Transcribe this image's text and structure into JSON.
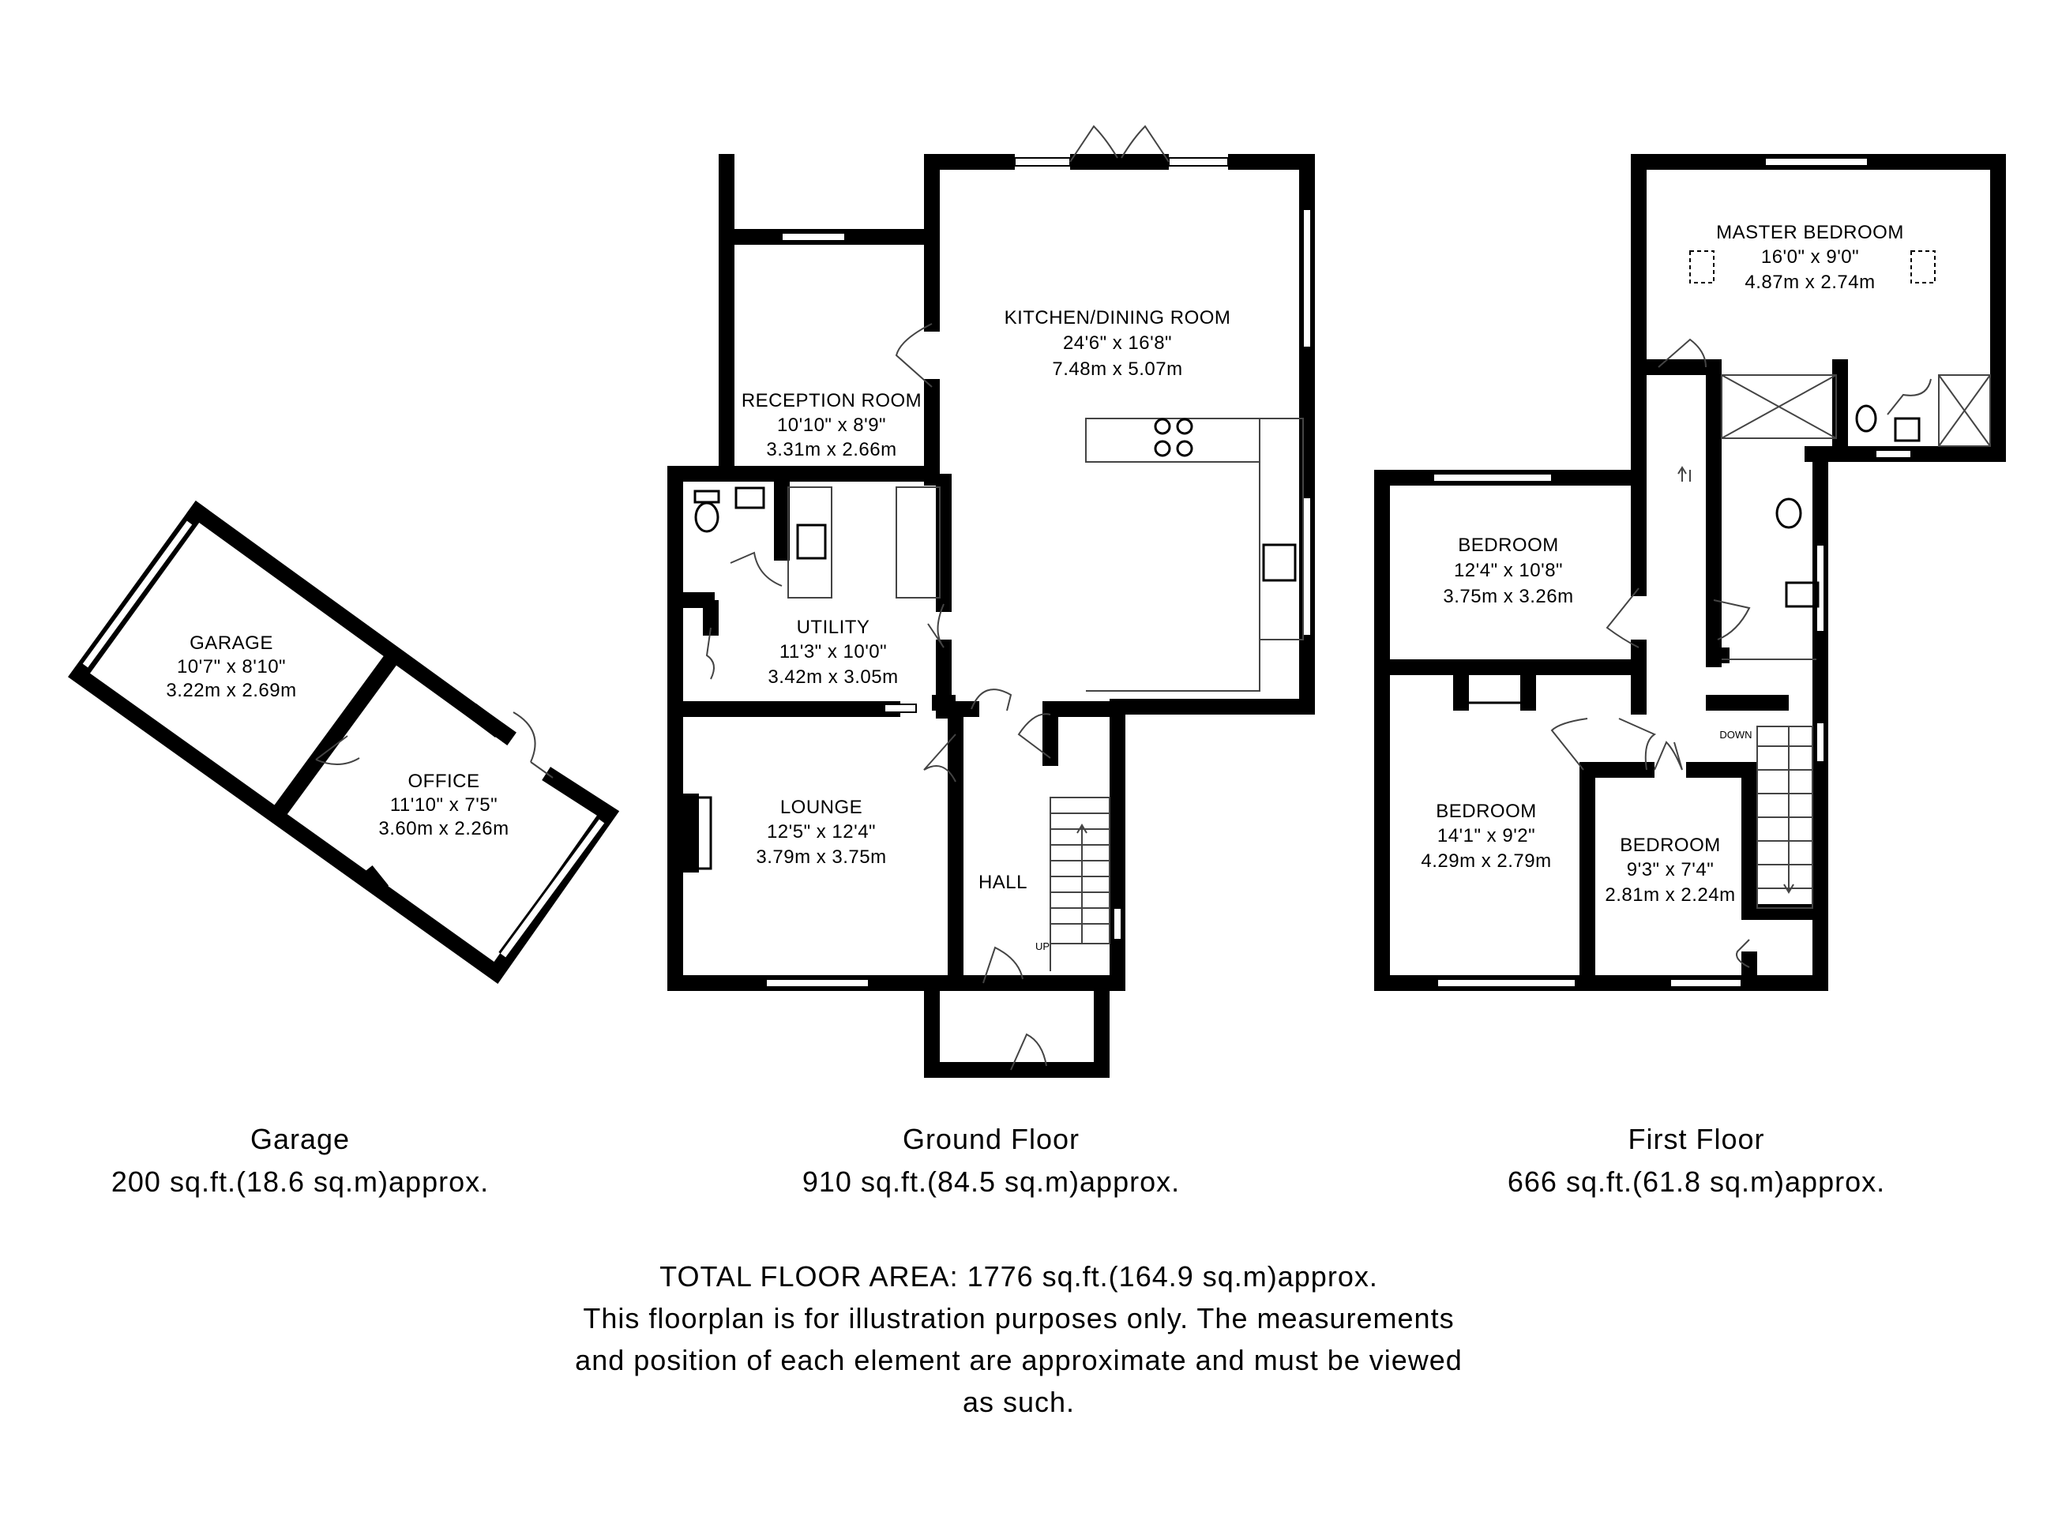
{
  "floors": [
    {
      "title": "Garage",
      "area": "200 sq.ft.(18.6 sq.m)approx."
    },
    {
      "title": "Ground Floor",
      "area": "910 sq.ft.(84.5 sq.m)approx."
    },
    {
      "title": "First Floor",
      "area": "666 sq.ft.(61.8 sq.m)approx."
    }
  ],
  "rooms": {
    "garage": {
      "name": "GARAGE",
      "imperial": "10'7\" x 8'10\"",
      "metric": "3.22m x 2.69m"
    },
    "office": {
      "name": "OFFICE",
      "imperial": "11'10\" x 7'5\"",
      "metric": "3.60m x 2.26m"
    },
    "kitchen": {
      "name": "KITCHEN/DINING ROOM",
      "imperial": "24'6\" x 16'8\"",
      "metric": "7.48m x 5.07m"
    },
    "reception": {
      "name": "RECEPTION ROOM",
      "imperial": "10'10\" x 8'9\"",
      "metric": "3.31m x 2.66m"
    },
    "utility": {
      "name": "UTILITY",
      "imperial": "11'3\" x 10'0\"",
      "metric": "3.42m x 3.05m"
    },
    "lounge": {
      "name": "LOUNGE",
      "imperial": "12'5\" x 12'4\"",
      "metric": "3.79m x 3.75m"
    },
    "hall": {
      "name": "HALL"
    },
    "master": {
      "name": "MASTER BEDROOM",
      "imperial": "16'0\" x 9'0\"",
      "metric": "4.87m x 2.74m"
    },
    "bedroom1": {
      "name": "BEDROOM",
      "imperial": "12'4\" x 10'8\"",
      "metric": "3.75m x 3.26m"
    },
    "bedroom2": {
      "name": "BEDROOM",
      "imperial": "14'1\" x 9'2\"",
      "metric": "4.29m x 2.79m"
    },
    "bedroom3": {
      "name": "BEDROOM",
      "imperial": "9'3\" x 7'4\"",
      "metric": "2.81m x 2.24m"
    }
  },
  "stairs": {
    "up": "UP",
    "down": "DOWN"
  },
  "notes": {
    "total": "TOTAL FLOOR AREA: 1776 sq.ft.(164.9 sq.m)approx.",
    "line1": "This floorplan is for illustration purposes only. The measurements",
    "line2": "and position of each element are approximate and must be viewed",
    "line3": "as such."
  }
}
